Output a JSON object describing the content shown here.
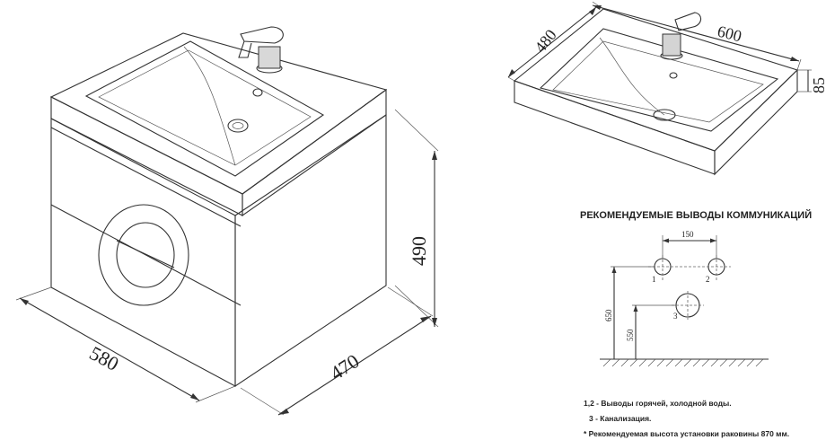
{
  "cabinet": {
    "dim_width": "580",
    "dim_depth": "470",
    "dim_height": "490"
  },
  "basin": {
    "dim_width": "600",
    "dim_depth": "480",
    "dim_height": "85"
  },
  "comms": {
    "title": "РЕКОМЕНДУЕМЫЕ ВЫВОДЫ КОММУНИКАЦИЙ",
    "dim_spacing": "150",
    "dim_650": "650",
    "dim_550": "550",
    "label_1": "1",
    "label_2": "2",
    "label_3": "3",
    "note_1": "1,2 - Выводы горячей, холодной воды.",
    "note_2": "3 - Канализация.",
    "note_3": "* Рекомендуемая высота установки раковины 870 мм."
  }
}
